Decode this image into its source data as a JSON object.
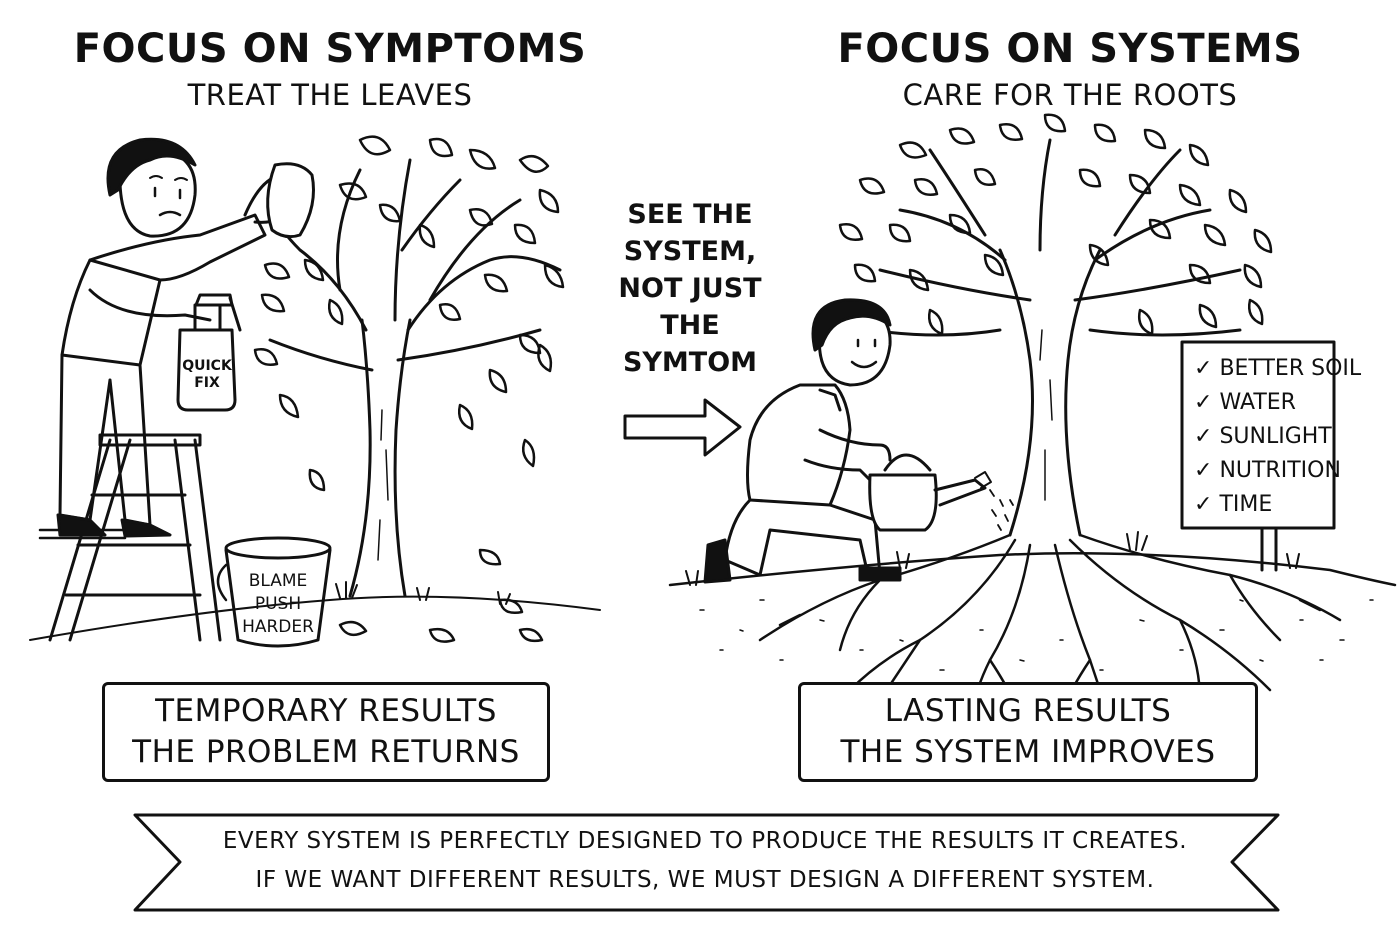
{
  "left": {
    "title": "FOCUS ON SYMPTOMS",
    "subtitle": "TREAT THE LEAVES",
    "spray_label": [
      "QUICK",
      "FIX"
    ],
    "bucket_label": [
      "BLAME",
      "PUSH",
      "HARDER"
    ],
    "result": [
      "TEMPORARY RESULTS",
      "THE PROBLEM RETURNS"
    ]
  },
  "middle": {
    "lines": [
      "SEE THE",
      "SYSTEM,",
      "NOT JUST",
      "THE",
      "SYMTOM"
    ]
  },
  "right": {
    "title": "FOCUS ON SYSTEMS",
    "subtitle": "CARE FOR THE ROOTS",
    "checklist": [
      "BETTER SOIL",
      "WATER",
      "SUNLIGHT",
      "NUTRITION",
      "TIME"
    ],
    "check_mark": "✓",
    "result": [
      "LASTING RESULTS",
      "THE SYSTEM IMPROVES"
    ]
  },
  "banner": {
    "lines": [
      "EVERY SYSTEM IS PERFECTLY DESIGNED TO PRODUCE THE RESULTS IT CREATES.",
      "IF WE WANT DIFFERENT RESULTS, WE MUST DESIGN A DIFFERENT SYSTEM."
    ]
  }
}
